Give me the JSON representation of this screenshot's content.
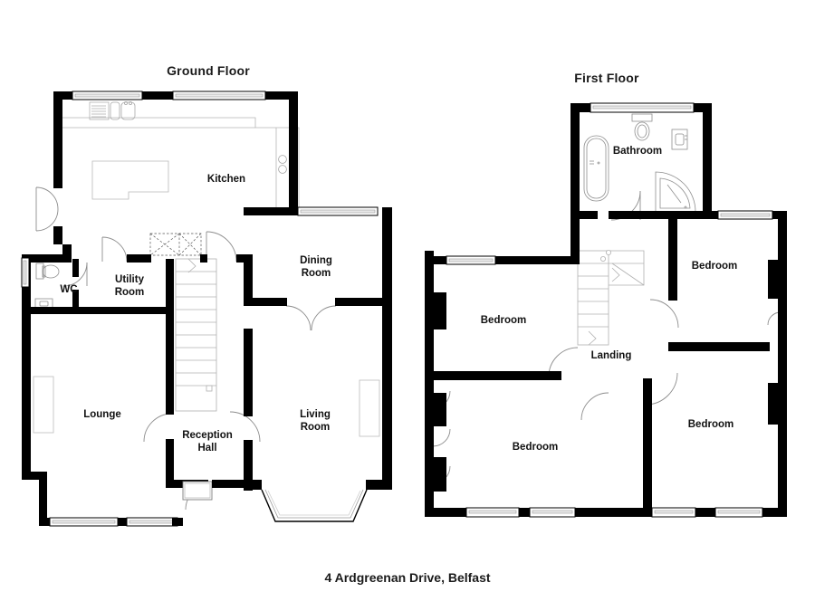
{
  "plan": {
    "title": "4 Ardgreenan Drive, Belfast",
    "floors": [
      {
        "id": "ground",
        "label": "Ground Floor"
      },
      {
        "id": "first",
        "label": "First Floor"
      }
    ],
    "wall_color": "#000000",
    "window_color": "#f2f2f2",
    "background": "#ffffff"
  },
  "ground_floor": {
    "label": "Ground Floor",
    "rooms": [
      {
        "name": "kitchen",
        "label": "Kitchen",
        "label_line2": ""
      },
      {
        "name": "dining-room",
        "label": "Dining",
        "label_line2": "Room"
      },
      {
        "name": "wc",
        "label": "WC",
        "label_line2": ""
      },
      {
        "name": "utility-room",
        "label": "Utility",
        "label_line2": "Room"
      },
      {
        "name": "lounge",
        "label": "Lounge",
        "label_line2": ""
      },
      {
        "name": "reception-hall",
        "label": "Reception",
        "label_line2": "Hall"
      },
      {
        "name": "living-room",
        "label": "Living",
        "label_line2": "Room"
      }
    ],
    "fixtures": [
      "kitchen-sink",
      "kitchen-drainer",
      "kitchen-hob",
      "kitchen-island",
      "wc-toilet",
      "wc-basin",
      "staircase-up",
      "understairs-store",
      "living-room-bay-window",
      "front-door"
    ]
  },
  "first_floor": {
    "label": "First Floor",
    "rooms": [
      {
        "name": "bathroom",
        "label": "Bathroom",
        "label_line2": ""
      },
      {
        "name": "bedroom-rear",
        "label": "Bedroom",
        "label_line2": ""
      },
      {
        "name": "bedroom-left",
        "label": "Bedroom",
        "label_line2": ""
      },
      {
        "name": "landing",
        "label": "Landing",
        "label_line2": ""
      },
      {
        "name": "bedroom-front-left",
        "label": "Bedroom",
        "label_line2": ""
      },
      {
        "name": "bedroom-front-right",
        "label": "Bedroom",
        "label_line2": ""
      }
    ],
    "fixtures": [
      "bath",
      "wc-toilet",
      "wash-basin",
      "corner-shower",
      "staircase-down",
      "built-in-wardrobes"
    ]
  }
}
